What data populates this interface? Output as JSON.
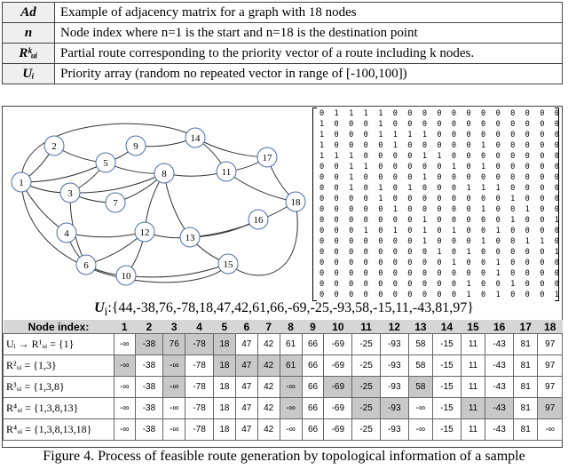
{
  "symbols": [
    {
      "symbol": "Ad",
      "definition": "Example of adjacency matrix for a graph with 18 nodes"
    },
    {
      "symbol": "n",
      "definition": "Node index where n=1 is the start and n=18 is the destination point"
    },
    {
      "symbol": "Rᵏᵤᵢ",
      "definition": "Partial route corresponding to the priority vector of a route including k nodes."
    },
    {
      "symbol": "Uᵢ",
      "definition": "Priority array (random no repeated vector in range of [-100,100])"
    }
  ],
  "graph": {
    "nodes": [
      "1",
      "2",
      "3",
      "4",
      "5",
      "6",
      "7",
      "8",
      "9",
      "10",
      "11",
      "12",
      "13",
      "14",
      "15",
      "16",
      "17",
      "18"
    ]
  },
  "matrix_rows": [
    "0 1 1 1 1 0 0 0 0 0 0 0 0 0 0 0 0 0",
    "1 0 0 0 1 0 0 0 0 0 0 0 0 0 0 0 0 0",
    "1 0 0 0 1 1 1 1 0 0 0 0 0 0 0 0 0 0",
    "1 0 0 0 0 1 0 0 0 0 0 1 0 0 0 0 0 0",
    "1 1 1 0 0 0 0 1 1 0 0 0 0 0 0 0 0 0",
    "0 0 1 1 0 0 0 0 0 1 0 1 0 0 0 0 0 0",
    "0 0 1 0 0 0 0 1 0 0 0 0 0 0 0 0 0 0",
    "0 0 1 0 1 0 1 0 0 0 1 1 1 0 0 0 0 0",
    "0 0 0 0 1 0 0 0 0 0 0 0 0 1 0 0 0 0",
    "0 0 0 0 0 1 0 0 0 0 0 1 0 0 1 0 0 0",
    "0 0 0 0 0 0 0 1 0 0 0 0 0 1 0 0 1 1",
    "0 0 0 1 0 1 0 1 0 1 0 0 1 0 0 0 0 0",
    "0 0 0 0 0 0 0 1 0 0 0 1 0 0 1 1 0 1",
    "0 0 0 0 0 0 0 0 1 0 1 0 0 0 0 0 1 0",
    "0 0 0 0 0 0 0 0 0 1 0 0 1 0 0 0 0 0",
    "0 0 0 0 0 0 0 0 0 0 0 0 1 0 0 0 0 0",
    "0 0 0 0 0 0 0 0 0 0 1 0 0 1 0 0 0 1",
    "0 0 0 0 0 0 0 0 0 0 1 0 1 0 0 0 1 0"
  ],
  "priority": {
    "label": "U",
    "sub": "i",
    "text": ":{44,-38,76,-78,18,47,42,61,66,-69,-25,-93,58,-15,11,-43,81,97}"
  },
  "route_table": {
    "header_label": "Node index:",
    "columns": [
      "1",
      "2",
      "3",
      "4",
      "5",
      "6",
      "7",
      "8",
      "9",
      "10",
      "11",
      "12",
      "13",
      "14",
      "15",
      "16",
      "17",
      "18"
    ],
    "rows": [
      {
        "label": "Uᵢ → R¹ᵤᵢ = {1}",
        "cells": [
          "-∞",
          "-38",
          "76",
          "-78",
          "18",
          "47",
          "42",
          "61",
          "66",
          "-69",
          "-25",
          "-93",
          "58",
          "-15",
          "11",
          "-43",
          "81",
          "97"
        ],
        "highlight": [
          2,
          3,
          4,
          5
        ]
      },
      {
        "label": "R²ᵤᵢ = {1,3}",
        "cells": [
          "-∞",
          "-38",
          "-∞",
          "-78",
          "18",
          "47",
          "42",
          "61",
          "66",
          "-69",
          "-25",
          "-93",
          "58",
          "-15",
          "11",
          "-43",
          "81",
          "97"
        ],
        "highlight": [
          1,
          3,
          5,
          6,
          7,
          8
        ]
      },
      {
        "label": "R³ᵤᵢ = {1,3,8}",
        "cells": [
          "-∞",
          "-38",
          "-∞",
          "-78",
          "18",
          "47",
          "42",
          "-∞",
          "66",
          "-69",
          "-25",
          "-93",
          "58",
          "-15",
          "11",
          "-43",
          "81",
          "97"
        ],
        "highlight": [
          3,
          8,
          10,
          11,
          13
        ]
      },
      {
        "label": "R⁴ᵤᵢ = {1,3,8,13}",
        "cells": [
          "-∞",
          "-38",
          "-∞",
          "-78",
          "18",
          "47",
          "42",
          "-∞",
          "66",
          "-69",
          "-25",
          "-93",
          "-∞",
          "-15",
          "11",
          "-43",
          "81",
          "97"
        ],
        "highlight": [
          8,
          11,
          12,
          15,
          16,
          18
        ]
      },
      {
        "label": "R⁴ᵤᵢ = {1,3,8,13,18}",
        "cells": [
          "-∞",
          "-38",
          "-∞",
          "-78",
          "18",
          "47",
          "42",
          "-∞",
          "66",
          "-69",
          "-25",
          "-93",
          "-∞",
          "-15",
          "11",
          "-43",
          "81",
          "-∞"
        ],
        "highlight": []
      }
    ]
  },
  "caption": "Figure 4. Process of feasible route generation by topological information of a sample"
}
